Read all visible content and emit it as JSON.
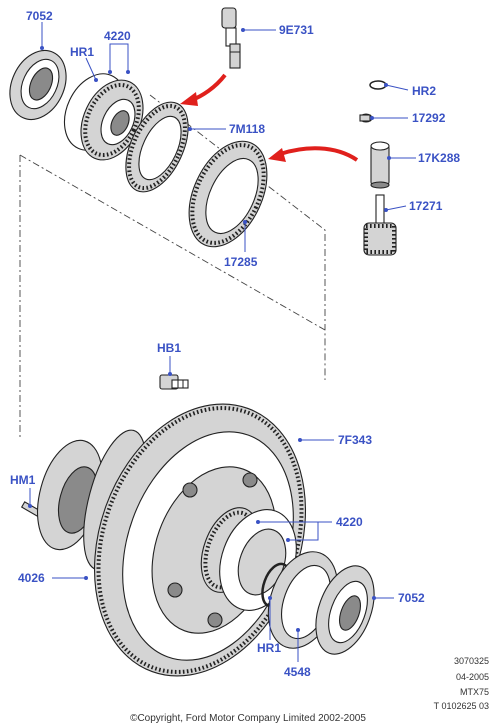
{
  "labels": {
    "seal_top": "7052",
    "retainer_top": "HR1",
    "bearing_top": "4220",
    "sensor": "9E731",
    "clip": "HR2",
    "speedo_ring": "7M118",
    "plug": "17292",
    "bushing": "17K288",
    "ring_gear_small": "17285",
    "drive_gear": "17271",
    "bolt": "HB1",
    "final_drive_gear": "7F343",
    "pin": "HM1",
    "bearing_bottom": "4220",
    "differential_case": "4026",
    "seal_bottom": "7052",
    "retainer_bottom": "HR1",
    "shim": "4548"
  },
  "footer": {
    "code": "3070325",
    "date": "04-2005",
    "model": "MTX75",
    "ref": "T 0102625 03",
    "copyright": "©Copyright, Ford Motor Company Limited 2002-2005"
  },
  "colors": {
    "label_blue": "#3a52c4",
    "arrow_red": "#e0201c",
    "line_dark": "#222222"
  }
}
